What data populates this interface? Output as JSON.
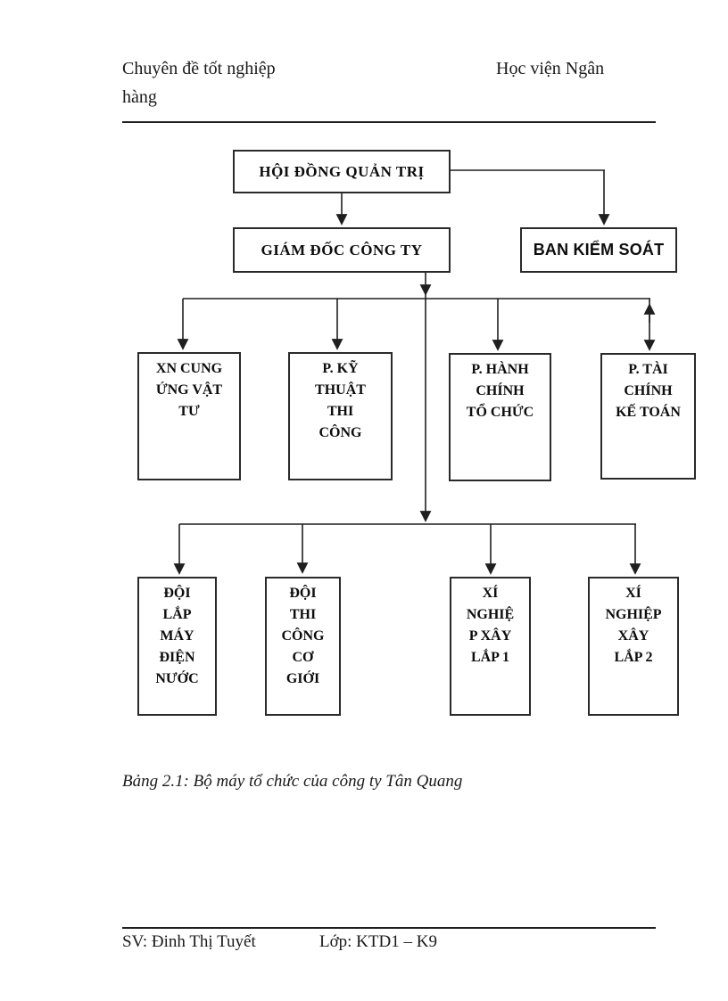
{
  "header": {
    "course": "Chuyên đề tốt nghiệp",
    "institution_line1": "Học viện Ngân",
    "institution_line2": "hàng"
  },
  "org_chart": {
    "board": {
      "label": "HỘI ĐỒNG QUẢN TRỊ"
    },
    "director": {
      "label": "GIÁM ĐỐC CÔNG TY"
    },
    "supervisory": {
      "label": "BAN KIỂM SOÁT"
    },
    "departments": [
      {
        "label": "XN CUNG\nỨNG VẬT\nTƯ"
      },
      {
        "label": "P. KỸ\nTHUẬT\nTHI\nCÔNG"
      },
      {
        "label": "P. HÀNH\nCHÍNH\nTỔ CHỨC"
      },
      {
        "label": "P. TÀI\nCHÍNH\nKẾ TOÁN"
      }
    ],
    "units": [
      {
        "label": "ĐỘI\nLẮP\nMÁY\nĐIỆN\nNƯỚC"
      },
      {
        "label": "ĐỘI\nTHI\nCÔNG\nCƠ\nGIỚI"
      },
      {
        "label": "XÍ\nNGHIỆ\nP XÂY\nLẮP 1"
      },
      {
        "label": "XÍ\nNGHIỆP\nXÂY\nLẮP 2"
      }
    ]
  },
  "caption": "Bảng 2.1: Bộ máy tổ chức của công ty Tân Quang",
  "footer": {
    "student": "SV: Đinh Thị Tuyết",
    "class": "Lớp: KTD1 – K9"
  },
  "colors": {
    "ink": "#1a1a1a",
    "box_border": "#2a2a2a",
    "background": "#ffffff"
  }
}
